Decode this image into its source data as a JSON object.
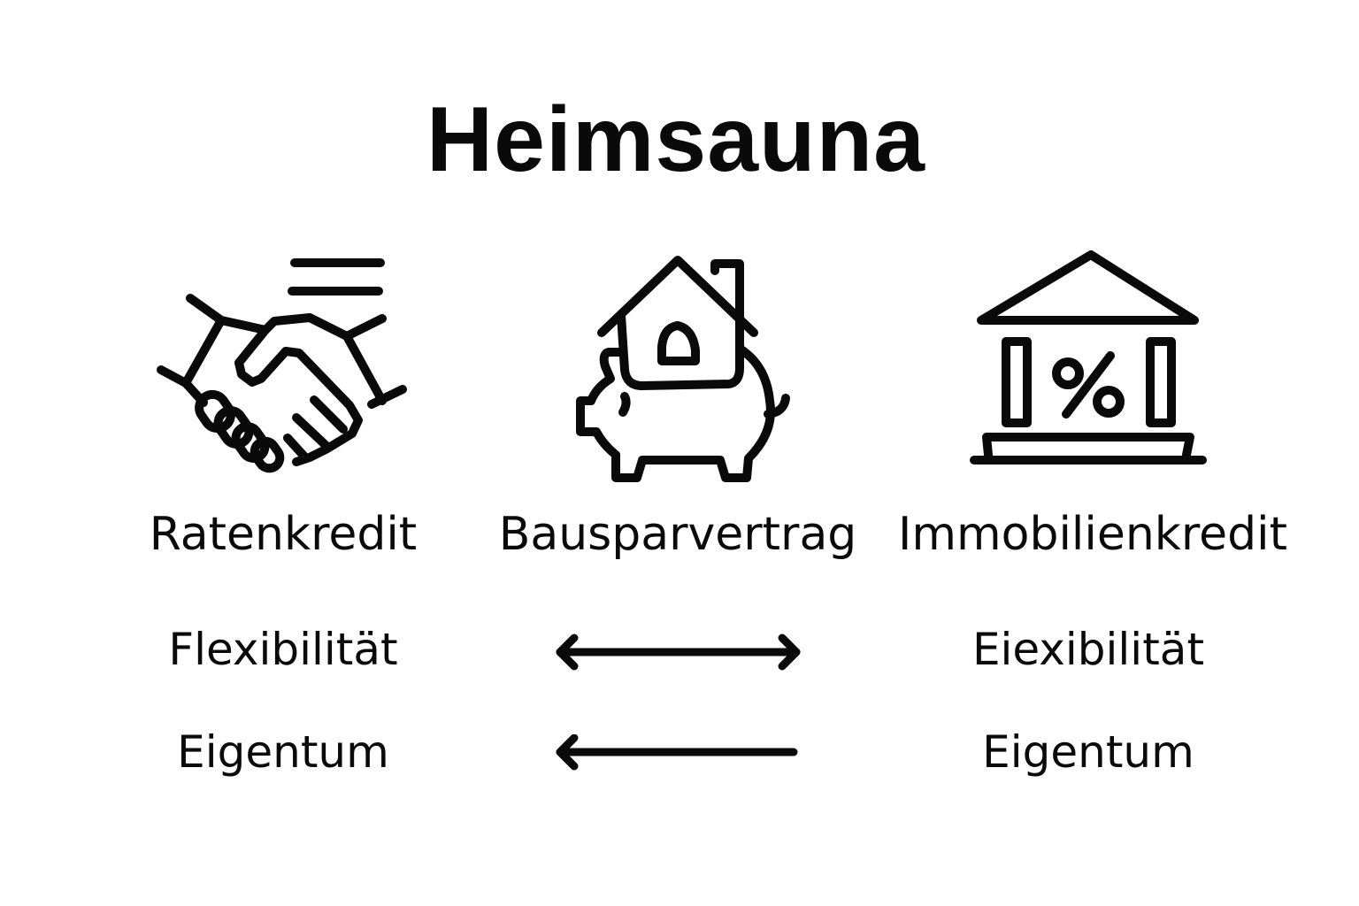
{
  "title": "Heimsauna",
  "options": [
    {
      "label": "Ratenkredit",
      "icon": "handshake-icon"
    },
    {
      "label": "Bausparvertrag",
      "icon": "piggy-bank-house-icon"
    },
    {
      "label": "Immobilienkredit",
      "icon": "bank-percent-icon"
    }
  ],
  "comparison": [
    {
      "left": "Flexibilität",
      "arrow": "double-arrow-icon",
      "right": "Eiexibilität"
    },
    {
      "left": "Eigentum",
      "arrow": "left-arrow-icon",
      "right": "Eigentum"
    }
  ],
  "colors": {
    "foreground": "#0a0a0a",
    "background": "#ffffff"
  }
}
